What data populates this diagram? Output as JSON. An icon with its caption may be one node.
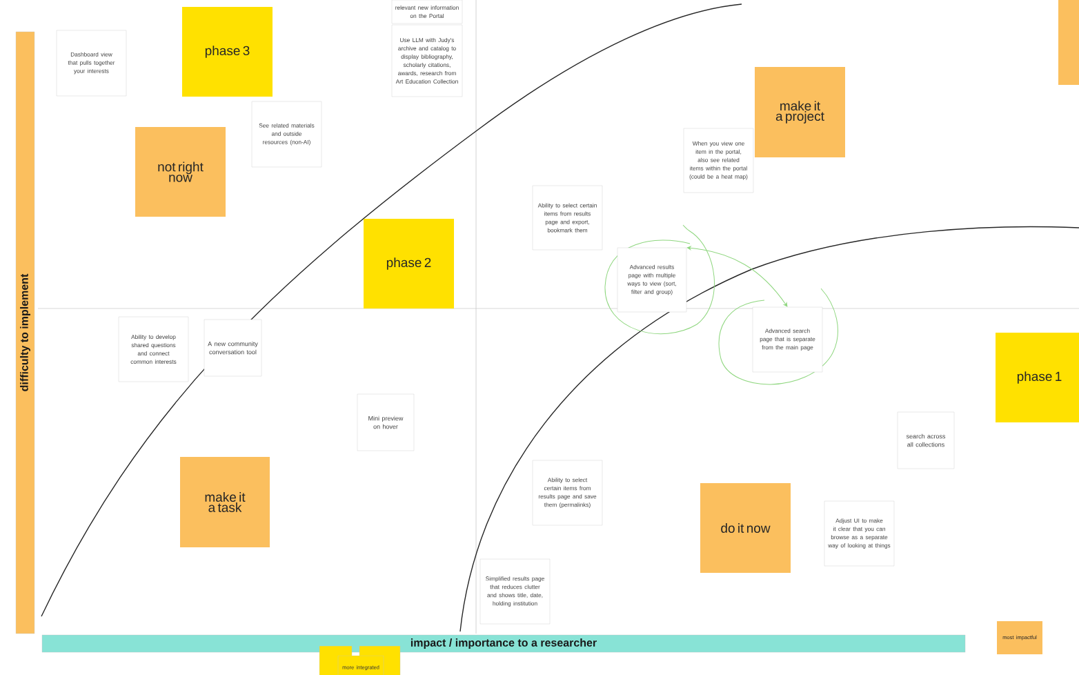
{
  "diagram": {
    "nodes": [
      {
        "text": [
          "relevant new information on the Portal"
        ]
      },
      {
        "text": [
          "Use LLM with Judy's archive and catalog to display bibliography, scholarly citations, awards, research from Art Education Collection"
        ]
      },
      {
        "text": [
          "Dashboard view that pulls together your interests"
        ]
      },
      {
        "text": [
          "phase 3"
        ]
      },
      {
        "text": [
          "make it a project"
        ]
      },
      {
        "text": [],
        "shape": "box"
      },
      {
        "text": [
          "See related materials and outside resources (non-AI)"
        ]
      },
      {
        "text": [
          "not right now"
        ]
      },
      {
        "text": [
          "When you view one item in the portal, also see related items within the portal (could be a heat map)"
        ]
      },
      {
        "text": [
          "Ability to select certain items from results page and export, bookmark them"
        ]
      },
      {
        "text": [
          "phase 2"
        ]
      },
      {
        "text": [
          "Advanced results page with multiple ways to view (sort, filter and group)"
        ]
      },
      {
        "text": [
          "Advanced search page that is separate from the main page"
        ]
      },
      {
        "text": [
          "Ability to develop shared questions and connect common interests"
        ]
      },
      {
        "text": [
          "A new community conversation tool"
        ]
      },
      {
        "text": [
          "phase 1"
        ]
      },
      {
        "text": [
          "Mini preview on hover"
        ]
      },
      {
        "text": [
          "search across all collections"
        ]
      },
      {
        "text": [
          "make it a task"
        ]
      },
      {
        "text": [
          "Ability to select certain items from results page and save them (permalinks)"
        ]
      },
      {
        "text": [
          "do it now"
        ]
      },
      {
        "text": [
          "Adjust UI to make it clear that you can browse as a separate way of looking at things"
        ]
      },
      {
        "text": [
          "Simplified results page that reduces clutter and shows title, date, holding institution"
        ]
      },
      {
        "text": [
          "difficulty to implement"
        ]
      },
      {
        "text": [
          "impact / importance to a researcher"
        ]
      },
      {
        "text": [
          "most impactful"
        ]
      },
      {
        "text": [],
        "shape": "box"
      },
      {
        "text": [],
        "shape": "box"
      },
      {
        "text": [
          "more integrated"
        ]
      }
    ],
    "edges": [
      {
        "from": 11,
        "to": 12,
        "arrow": "both",
        "color": "#8ed67e"
      }
    ]
  }
}
